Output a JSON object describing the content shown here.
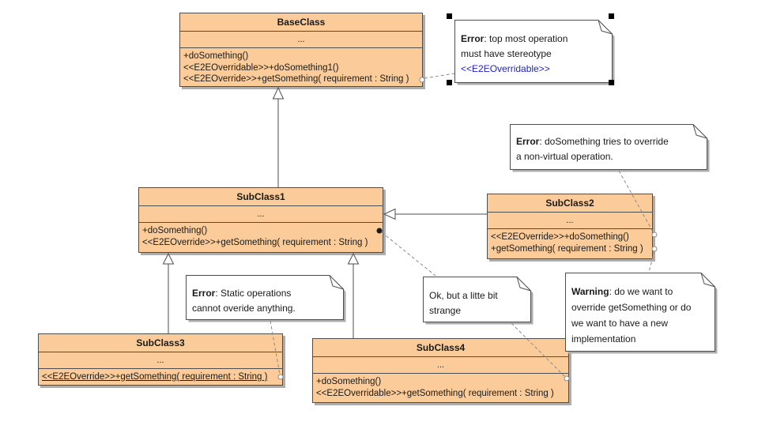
{
  "diagram": {
    "background_color": "#ffffff",
    "class_fill_color": "#fbcc99",
    "class_border_color": "#4d4d4d",
    "shadow_color": "#adadad",
    "connector_color": "#8a8a8a",
    "link_color": "#2222cc"
  },
  "classes": [
    {
      "name": "BaseClass",
      "attributes_placeholder": "...",
      "operations": [
        "+doSomething()",
        "<<E2EOverridable>>+doSomething1()",
        "<<E2EOverride>>+getSomething( requirement : String )"
      ]
    },
    {
      "name": "SubClass1",
      "attributes_placeholder": "...",
      "operations": [
        "+doSomething()",
        "<<E2EOverride>>+getSomething( requirement : String )"
      ]
    },
    {
      "name": "SubClass2",
      "attributes_placeholder": "...",
      "operations": [
        "<<E2EOverride>>+doSomething()",
        "+getSomething( requirement : String )"
      ]
    },
    {
      "name": "SubClass3",
      "attributes_placeholder": "...",
      "operations": [
        "<<E2EOverride>>+getSomething( requirement : String )"
      ]
    },
    {
      "name": "SubClass4",
      "attributes_placeholder": "...",
      "operations": [
        "+doSomething()",
        "<<E2EOverridable>>+getSomething( requirement : String )"
      ]
    }
  ],
  "notes": [
    {
      "bold": "Error",
      "rest": ": top most operation",
      "line2": "must have stereotype",
      "link": "<<E2EOverridable>>"
    },
    {
      "bold": "Error",
      "rest": ": doSomething tries to override",
      "line2": "a non-virtual operation."
    },
    {
      "bold": "Error",
      "rest": ": Static operations",
      "line2": "cannot overide anything."
    },
    {
      "bold": "",
      "rest": "Ok, but a litte bit",
      "line2": "strange"
    },
    {
      "bold": "Warning",
      "rest": ": do we want to",
      "line2": "override getSomething or do",
      "line3": "we want to have a new",
      "line4": "implementation"
    }
  ]
}
